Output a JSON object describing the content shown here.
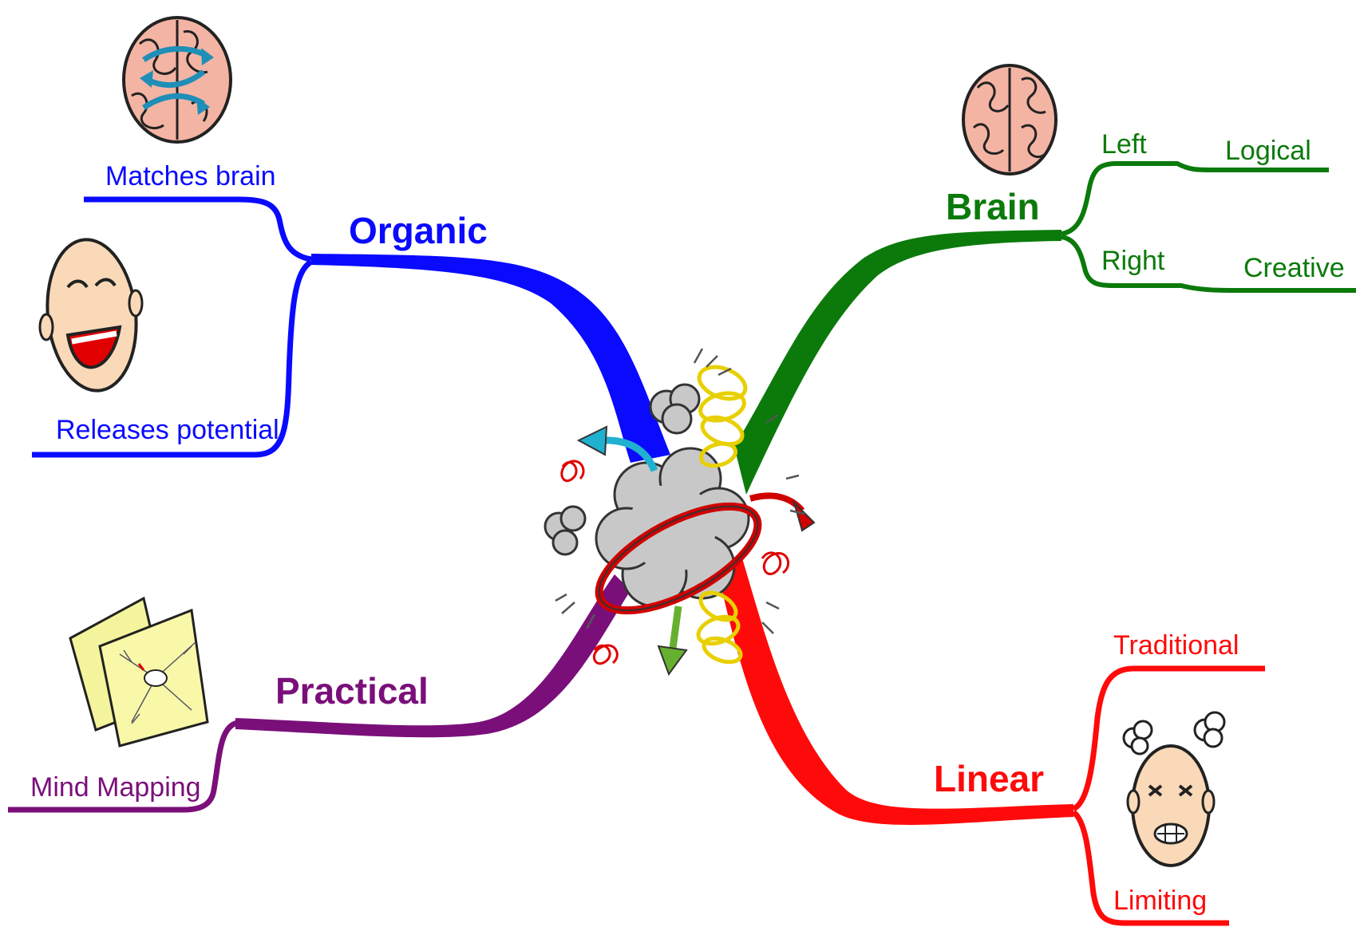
{
  "branches": {
    "organic": {
      "label": "Organic",
      "color": "#0a0aff",
      "subs": [
        "Matches brain",
        "Releases potential"
      ]
    },
    "brain": {
      "label": "Brain",
      "color": "#0b7a0b",
      "subs": [
        "Left",
        "Logical",
        "Right",
        "Creative"
      ]
    },
    "practical": {
      "label": "Practical",
      "color": "#7a0f7a",
      "subs": [
        "Mind Mapping"
      ]
    },
    "linear": {
      "label": "Linear",
      "color": "#ff0a0a",
      "subs": [
        "Traditional",
        "Limiting"
      ]
    }
  },
  "icons": [
    "swirling-brain-icon",
    "brain-icon",
    "laughing-face-icon",
    "map-icon",
    "angry-face-icon",
    "brainstorm-cloud-icon"
  ]
}
